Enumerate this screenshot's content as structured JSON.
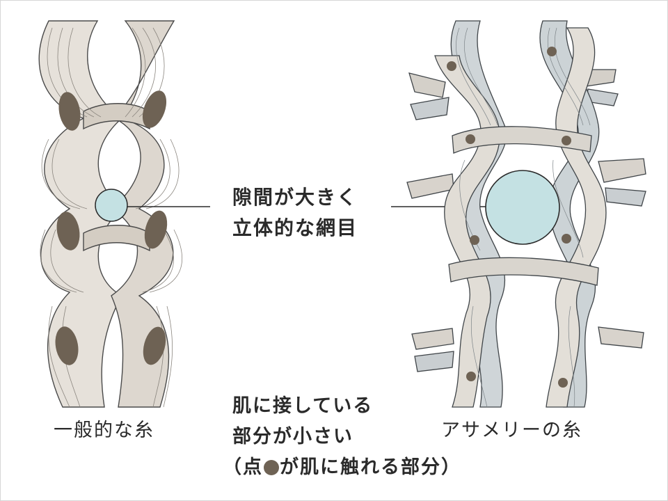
{
  "left_caption": "一般的な糸",
  "right_caption": "アサメリーの糸",
  "center_label": {
    "line1": "隙間が大きく",
    "line2": "立体的な網目"
  },
  "bottom_note": {
    "line1": "肌に接している",
    "line2": "部分が小さい",
    "line3_prefix": "（点",
    "line3_suffix": "が肌に触れる部分）"
  },
  "colors": {
    "dot": "#6e6254",
    "gap": "#c4e1e3",
    "yarn_common": "#e4dfd8",
    "yarn_asameri": "#ccd3d6",
    "outline": "#3a3a3a",
    "text": "#2a2a2a"
  }
}
